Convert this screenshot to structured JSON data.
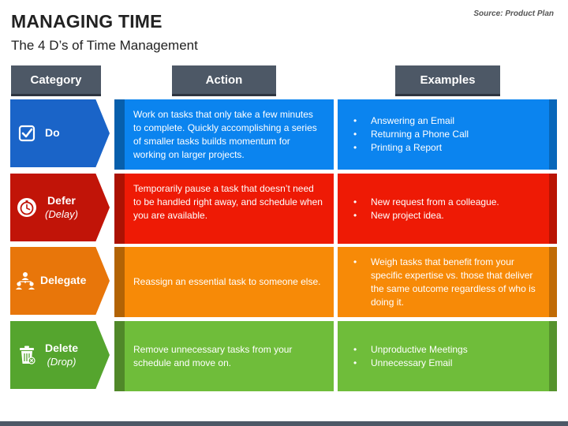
{
  "title": "MANAGING TIME",
  "subtitle": "The 4 D’s of Time Management",
  "source": "Source: Product Plan",
  "headers": {
    "category": "Category",
    "action": "Action",
    "examples": "Examples"
  },
  "rows": [
    {
      "category": "Do",
      "category_sub": "",
      "icon": "checkbox-icon",
      "color": "#0b84ef",
      "action": "Work on tasks that only take a few minutes to complete. Quickly accomplishing a series of smaller tasks builds momentum for working on larger projects.",
      "examples": [
        "Answering an Email",
        "Returning a Phone Call",
        "Printing a Report"
      ]
    },
    {
      "category": "Defer",
      "category_sub": "(Delay)",
      "icon": "stopwatch-icon",
      "color": "#ee1a05",
      "action": "Temporarily pause a task that doesn’t need to be handled right away, and schedule when you are available.",
      "examples": [
        "New request from a colleague.",
        "New project idea."
      ]
    },
    {
      "category": "Delegate",
      "category_sub": "",
      "icon": "people-network-icon",
      "color": "#f78a07",
      "action": "Reassign an essential task to someone else.",
      "examples": [
        "Weigh tasks that benefit from your specific expertise vs. those that deliver the same outcome regardless of who is doing it."
      ]
    },
    {
      "category": "Delete",
      "category_sub": "(Drop)",
      "icon": "trash-icon",
      "color": "#6fbd3a",
      "action": "Remove unnecessary tasks from your schedule and move on.",
      "examples": [
        "Unproductive Meetings",
        "Unnecessary Email"
      ]
    }
  ]
}
